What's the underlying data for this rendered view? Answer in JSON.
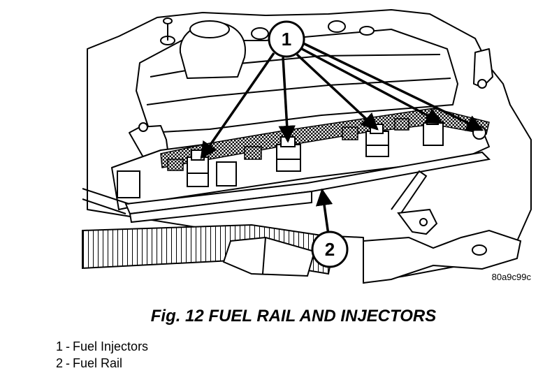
{
  "figure": {
    "image_code": "80a9c99c",
    "callouts": [
      "1",
      "2"
    ],
    "caption": "Fig. 12 FUEL RAIL AND INJECTORS"
  },
  "legend": [
    {
      "number": "1",
      "label": "Fuel Injectors"
    },
    {
      "number": "2",
      "label": "Fuel Rail"
    }
  ]
}
